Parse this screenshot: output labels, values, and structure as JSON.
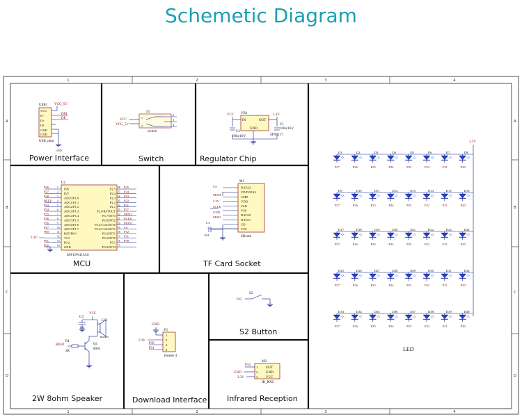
{
  "title": "Schemetic Diagram",
  "ruler": {
    "cols": [
      "1",
      "2",
      "3",
      "4"
    ],
    "rows": [
      "A",
      "B",
      "C",
      "D"
    ]
  },
  "panels": {
    "power": "Power Interface",
    "switch": "Switch",
    "regulator": "Regulator Chip",
    "mcu": "MCU",
    "tf": "TF Card Socket",
    "led": "LED",
    "speaker": "2W 8ohm Speaker",
    "download": "Download Interface",
    "s2": "S2 Button",
    "ir": "Infrared Reception"
  },
  "power": {
    "ref": "USB1",
    "net": "VCC_5V",
    "pins": [
      "VCC",
      "D-",
      "D+",
      "ID",
      "GND",
      "GND"
    ],
    "nets": [
      "DM",
      "DP"
    ],
    "part": "USB_mini",
    "gnd": "GND"
  },
  "switch": {
    "ref": "S1",
    "nets": [
      "VCC",
      "VCC_5V"
    ],
    "part": "switch"
  },
  "regulator": {
    "ref": "VR1",
    "in": "IN",
    "out": "OUT",
    "gnd": "GND",
    "vin": "VCC",
    "vout": "3.3V",
    "c2": "C2",
    "c2v": "100u/16V",
    "c1": "C1",
    "c1v": "100u/16V",
    "part": "SPX1117"
  },
  "mcu": {
    "ref": "U1",
    "left_nets": [
      "P26",
      "P27",
      "P20",
      "BEEP",
      "P33",
      "P34",
      "P35",
      "P36",
      "P16",
      "P17",
      "P00",
      "",
      "P01",
      "P02"
    ],
    "left_pins": [
      "P26",
      "P27",
      "ADC0/P1.0",
      "ADC1/P1.1",
      "ADC2/P1.2",
      "ADC3/P1.3",
      "ADC4/P1.4",
      "ADC5/P1.5",
      "ADC6/P1.6",
      "ADC7/P1.7",
      "RST/P0.0",
      "VCC",
      "P0.2",
      "GND"
    ],
    "right_pins": [
      "P2.5",
      "P2.4",
      "P2.3",
      "P2.2",
      "P2.1",
      "P2.0/RSTOUT",
      "P3.7/INT3",
      "P3.6/INT2",
      "P3.5/CLKOUT0",
      "P3.4/CLKOUT1",
      "P3.3/INT1",
      "P3.2/INT0",
      "P3.1",
      "P3.0/INT4"
    ],
    "right_nets": [
      "P25",
      "P24",
      "P23",
      "P22",
      "P21",
      "P37",
      "MISO",
      "SCLK",
      "MOSI",
      "CS",
      "P32",
      "P31",
      "P30",
      ""
    ],
    "vcc": "3.3V",
    "part": "IAP15W413AS"
  },
  "tf": {
    "ref": "M1",
    "pins": [
      "DATA2",
      "CD/DATA3",
      "CMD",
      "VDD",
      "CLK",
      "VSS",
      "DATA0",
      "DATA1",
      "CD",
      "VSS"
    ],
    "nets": [
      "CS",
      "MOSI",
      "3.3V",
      "SCLK",
      "GND",
      "MISO"
    ],
    "cap": "C3",
    "capv": "104",
    "part": "SDcard"
  },
  "led": {
    "supply": "3.3V",
    "refs": [
      [
        "D1",
        "D2",
        "D3",
        "D4",
        "D5",
        "D6",
        "D7",
        "D8"
      ],
      [
        "D9",
        "D10",
        "D11",
        "D12",
        "D13",
        "D14",
        "D15",
        "D16"
      ],
      [
        "D17",
        "D18",
        "D19",
        "D20",
        "D21",
        "D22",
        "D23",
        "D24"
      ],
      [
        "D25",
        "D26",
        "D27",
        "D28",
        "D29",
        "D30",
        "D31",
        "D32"
      ],
      [
        "D33",
        "D34",
        "D35",
        "D36",
        "D37",
        "D38",
        "D39",
        "D40"
      ]
    ],
    "nets": [
      "P27",
      "P26",
      "P25",
      "P24",
      "P23",
      "P22",
      "P21",
      "P20"
    ]
  },
  "speaker": {
    "cap": "C4",
    "capv": "104",
    "vcc": "VCC",
    "ls": "LS1",
    "ls_name": "buzzer",
    "r": "R1",
    "rv": "3K",
    "q": "Q1",
    "qv": "8050",
    "net": "BEEP"
  },
  "download": {
    "ref": "P1",
    "gnd": "GND",
    "nets": [
      "3.3V",
      "P30",
      "P31"
    ],
    "part": "Header 4"
  },
  "s2": {
    "ref": "S2",
    "net": "P15"
  },
  "ir": {
    "ref": "M2",
    "pins": [
      "OUT",
      "GND",
      "VCC"
    ],
    "nets": [
      "P14",
      "GND",
      "3.3V"
    ],
    "part": "IR_RXC"
  }
}
